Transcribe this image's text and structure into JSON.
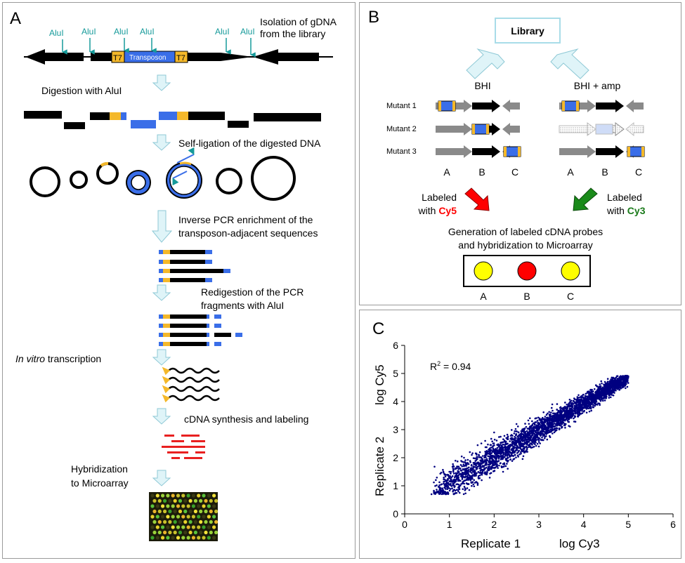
{
  "panel_a": {
    "letter": "A",
    "alui": "AluI",
    "t7": "T7",
    "transposon": "Transposon",
    "steps": {
      "isolation": [
        "Isolation of gDNA",
        "from the library"
      ],
      "digestion": "Digestion with AluI",
      "selfligation": "Self-ligation of the digested DNA",
      "inverse_pcr": [
        "Inverse PCR enrichment of the",
        "transposon-adjacent sequences"
      ],
      "redigestion": [
        "Redigestion of the PCR",
        "fragments with AluI"
      ],
      "invitro_italic": "In vitro",
      "invitro_rest": " transcription",
      "cdna": "cDNA synthesis and labeling",
      "hybridization": [
        "Hybridization",
        "to Microarray"
      ]
    }
  },
  "panel_b": {
    "letter": "B",
    "library": "Library",
    "conditions": [
      "BHI",
      "BHI + amp"
    ],
    "mutants": [
      "Mutant 1",
      "Mutant 2",
      "Mutant 3"
    ],
    "genes": [
      "A",
      "B",
      "C"
    ],
    "labeled_with": "Labeled",
    "with_word": "with",
    "dyes": [
      "Cy5",
      "Cy3"
    ],
    "generation": [
      "Generation of labeled cDNA probes",
      "and hybridization to Microarray"
    ],
    "spot_colors": [
      "#ffff00",
      "#ff0000",
      "#ffff00"
    ],
    "colors": {
      "cy5": "#ff0000",
      "cy3": "#1a7a1a",
      "spot_yellow": "#ffff00",
      "spot_red": "#ff0000"
    }
  },
  "panel_c": {
    "letter": "C",
    "r2_label": "R",
    "r2_sup": "2",
    "r2_value": " = 0.94",
    "xlabel_left": "Replicate 1",
    "xlabel_right": "log Cy3",
    "ylabel_left": "Replicate 2",
    "ylabel_right": "log Cy5",
    "xticks": [
      "0",
      "1",
      "2",
      "3",
      "4",
      "5",
      "6"
    ],
    "yticks": [
      "0",
      "1",
      "2",
      "3",
      "4",
      "5",
      "6"
    ]
  },
  "chart_data": {
    "type": "scatter",
    "xlim": [
      0,
      6
    ],
    "ylim": [
      0,
      6
    ],
    "xlabel": "Replicate 1 log Cy3",
    "ylabel": "Replicate 2 log Cy5",
    "annotation": "R2 = 0.94",
    "grid": false,
    "point_color": "#000080",
    "series": [
      {
        "x": [
          0.7,
          0.8,
          0.9,
          1.0,
          1.1,
          1.2,
          1.3,
          1.4,
          1.5,
          1.6,
          1.7,
          1.8,
          1.9,
          2.0,
          2.1,
          2.2,
          2.3,
          2.4,
          2.5,
          2.6,
          2.7,
          2.8,
          2.9,
          3.0,
          3.1,
          3.2,
          3.3,
          3.4,
          3.5,
          3.6,
          3.7,
          3.8,
          3.9,
          4.0,
          4.1,
          4.2,
          4.3,
          4.4,
          4.5,
          4.6,
          4.7,
          4.8,
          4.9,
          5.0,
          0.6,
          1.0,
          1.5,
          2.0,
          2.2,
          2.5,
          3.0,
          3.3,
          1.2,
          1.8
        ],
        "y": [
          0.75,
          0.85,
          0.95,
          1.05,
          1.15,
          1.25,
          1.35,
          1.45,
          1.55,
          1.65,
          1.75,
          1.85,
          1.95,
          2.05,
          2.15,
          2.25,
          2.35,
          2.45,
          2.55,
          2.65,
          2.75,
          2.85,
          2.95,
          3.05,
          3.15,
          3.25,
          3.35,
          3.45,
          3.55,
          3.65,
          3.75,
          3.85,
          3.95,
          4.05,
          4.15,
          4.25,
          4.35,
          4.45,
          4.55,
          4.65,
          4.75,
          4.85,
          4.9,
          4.9,
          0.7,
          1.5,
          2.1,
          2.9,
          1.5,
          3.2,
          2.4,
          3.9,
          0.8,
          2.6
        ]
      }
    ]
  }
}
